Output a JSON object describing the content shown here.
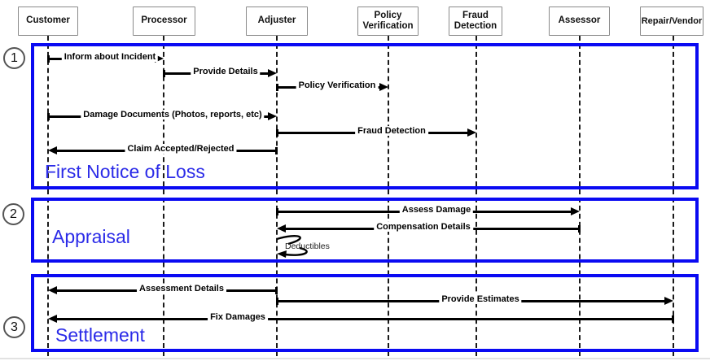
{
  "diagram": {
    "actors": [
      {
        "name": "Customer"
      },
      {
        "name": "Processor"
      },
      {
        "name": "Adjuster"
      },
      {
        "name": "Policy Verification"
      },
      {
        "name": "Fraud Detection"
      },
      {
        "name": "Assessor"
      },
      {
        "name": "Repair/Vendor"
      }
    ],
    "sections": [
      {
        "marker": "1",
        "title": "First Notice of Loss"
      },
      {
        "marker": "2",
        "title": "Appraisal"
      },
      {
        "marker": "3",
        "title": "Settlement"
      }
    ],
    "messages": [
      {
        "from": "Customer",
        "to": "Processor",
        "label": "Inform about Incident"
      },
      {
        "from": "Processor",
        "to": "Adjuster",
        "label": "Provide Details"
      },
      {
        "from": "Adjuster",
        "to": "Policy Verification",
        "label": "Policy Verification"
      },
      {
        "from": "Customer",
        "to": "Adjuster",
        "label": "Damage Documents (Photos, reports, etc)"
      },
      {
        "from": "Adjuster",
        "to": "Fraud Detection",
        "label": "Fraud Detection"
      },
      {
        "from": "Adjuster",
        "to": "Customer",
        "label": "Claim Accepted/Rejected"
      },
      {
        "from": "Adjuster",
        "to": "Assessor",
        "label": "Assess Damage"
      },
      {
        "from": "Assessor",
        "to": "Adjuster",
        "label": "Compensation Details"
      },
      {
        "from": "Adjuster",
        "to": "Adjuster",
        "label": "Deductibles",
        "type": "self"
      },
      {
        "from": "Adjuster",
        "to": "Customer",
        "label": "Assessment Details"
      },
      {
        "from": "Adjuster",
        "to": "Repair/Vendor",
        "label": "Provide Estimates"
      },
      {
        "from": "Repair/Vendor",
        "to": "Customer",
        "label": "Fix Damages"
      }
    ],
    "colors": {
      "frame_blue": "#0a0af2",
      "section_label_blue": "#2b2be8",
      "arrow_black": "#000000",
      "actor_border_gray": "#8a8a8a"
    }
  }
}
